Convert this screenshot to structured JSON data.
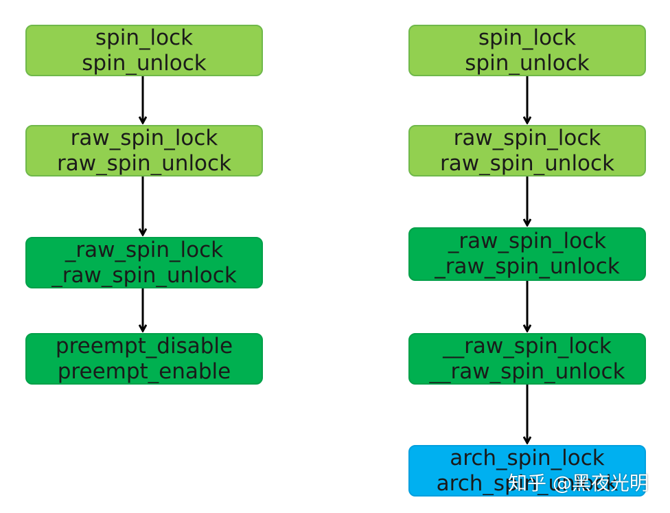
{
  "left_flow": [
    {
      "line1": "spin_lock",
      "line2": "spin_unlock",
      "fill": "#92d050"
    },
    {
      "line1": "raw_spin_lock",
      "line2": "raw_spin_unlock",
      "fill": "#92d050"
    },
    {
      "line1": "_raw_spin_lock",
      "line2": "_raw_spin_unlock",
      "fill": "#00b050"
    },
    {
      "line1": "preempt_disable",
      "line2": "preempt_enable",
      "fill": "#00b050"
    }
  ],
  "right_flow": [
    {
      "line1": "spin_lock",
      "line2": "spin_unlock",
      "fill": "#92d050"
    },
    {
      "line1": "raw_spin_lock",
      "line2": "raw_spin_unlock",
      "fill": "#92d050"
    },
    {
      "line1": "_raw_spin_lock",
      "line2": "_raw_spin_unlock",
      "fill": "#00b050"
    },
    {
      "line1": "__raw_spin_lock",
      "line2": "__raw_spin_unlock",
      "fill": "#00b050"
    },
    {
      "line1": "arch_spin_lock",
      "line2": "arch_spin_unlock",
      "fill": "#00b0f0"
    }
  ],
  "watermark": "知乎 @黑夜光明"
}
